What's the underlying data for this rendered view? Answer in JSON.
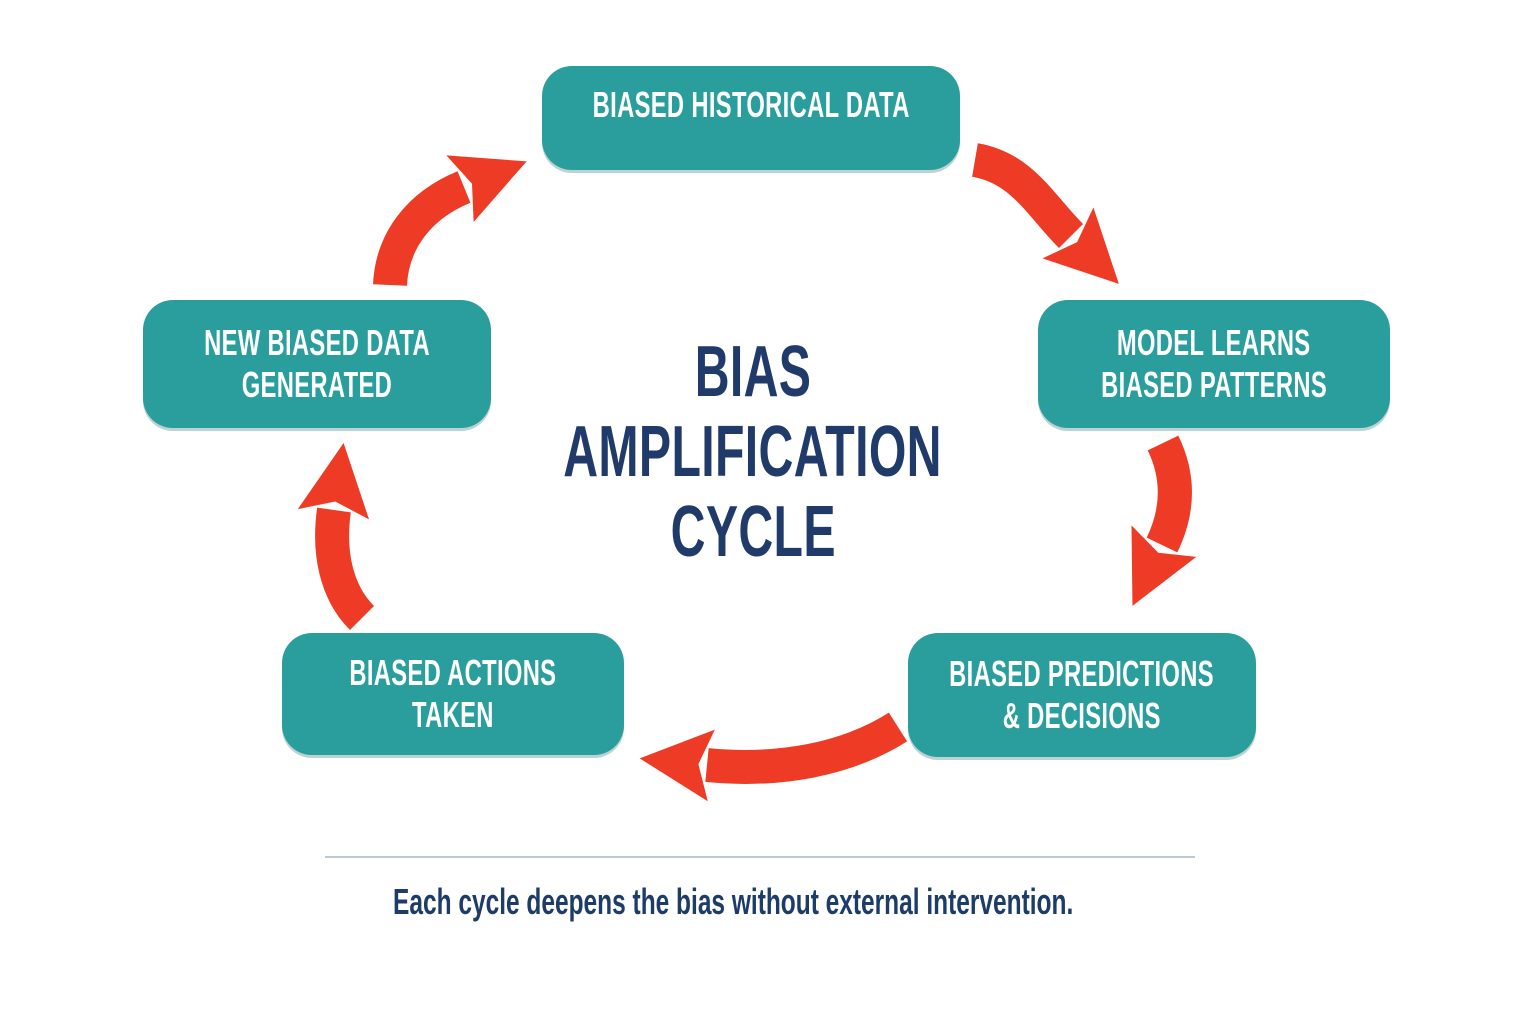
{
  "diagram": {
    "type": "cycle",
    "title": {
      "lines": [
        "BIAS",
        "AMPLIFICATION",
        "CYCLE"
      ]
    },
    "nodes": [
      {
        "id": "biased-historical-data",
        "lines": [
          "BIASED HISTORICAL DATA",
          ""
        ]
      },
      {
        "id": "model-learns-biased-patterns",
        "lines": [
          "MODEL LEARNS",
          "BIASED PATTERNS"
        ]
      },
      {
        "id": "biased-predictions-decisions",
        "lines": [
          "BIASED PREDICTIONS",
          "& DECISIONS"
        ]
      },
      {
        "id": "biased-actions-taken",
        "lines": [
          "BIASED ACTIONS",
          "TAKEN"
        ]
      },
      {
        "id": "new-biased-data-generated",
        "lines": [
          "NEW BIASED DATA",
          "GENERATED"
        ]
      }
    ],
    "flow_order": [
      "biased-historical-data",
      "model-learns-biased-patterns",
      "biased-predictions-decisions",
      "biased-actions-taken",
      "new-biased-data-generated"
    ],
    "caption": "Each cycle deepens the bias without external intervention."
  },
  "colors": {
    "node_fill": "#2a9e9d",
    "node_text": "#ffffff",
    "arrow": "#ee3b25",
    "title_text": "#203a6a",
    "caption_text": "#1d3c67",
    "divider": "#b9c9d6",
    "background": "#ffffff"
  }
}
